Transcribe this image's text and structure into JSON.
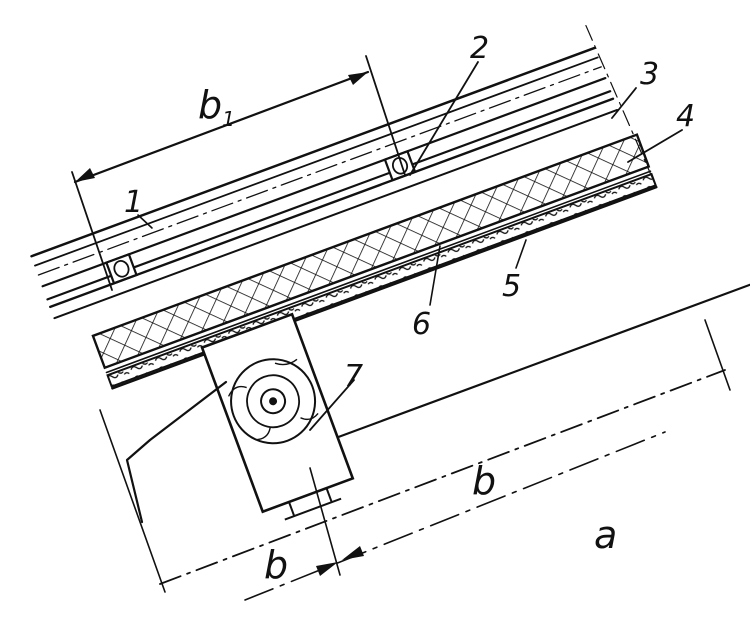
{
  "figure": {
    "panel_label": "a",
    "callouts": [
      "1",
      "2",
      "3",
      "4",
      "5",
      "6",
      "7"
    ],
    "dimensions": {
      "rafter_spacing": {
        "text": "b",
        "subscript": "1"
      },
      "beam_span": "b",
      "beam_width": "b"
    }
  },
  "colors": {
    "ink": "#111111",
    "paper": "#ffffff"
  }
}
